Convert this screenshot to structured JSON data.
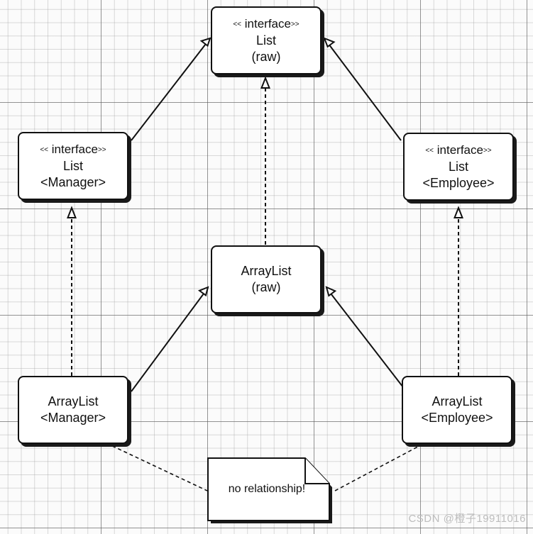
{
  "diagram": {
    "stereotype": {
      "open": "<<",
      "text": "interface",
      "close": ">>"
    },
    "nodes": {
      "list_raw": {
        "line1": "List",
        "line2": "(raw)"
      },
      "list_manager": {
        "line1": "List",
        "line2": "<Manager>"
      },
      "list_employee": {
        "line1": "List",
        "line2": "<Employee>"
      },
      "arraylist_raw": {
        "line1": "ArrayList",
        "line2": "(raw)"
      },
      "arraylist_manager": {
        "line1": "ArrayList",
        "line2": "<Manager>"
      },
      "arraylist_employee": {
        "line1": "ArrayList",
        "line2": "<Employee>"
      }
    },
    "note": "no relationship!"
  },
  "watermark": "CSDN @橙子19911016",
  "colors": {
    "line": "#111111",
    "box_fill": "#ffffff",
    "shadow": "#1a1a1a",
    "watermark": "#bdbdbd"
  }
}
